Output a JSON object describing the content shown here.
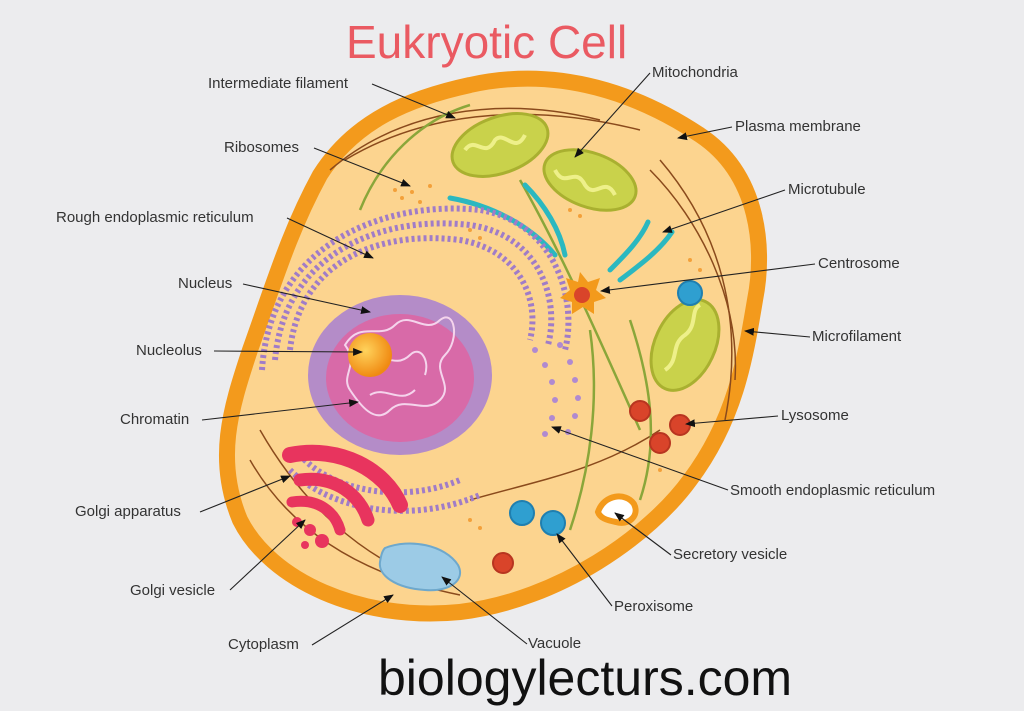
{
  "title": "Eukryotic Cell",
  "watermark": "biologylecturs.com",
  "labels": {
    "intermediate_filament": "Intermediate filament",
    "ribosomes": "Ribosomes",
    "rough_er": "Rough endoplasmic reticulum",
    "nucleus": "Nucleus",
    "nucleolus": "Nucleolus",
    "chromatin": "Chromatin",
    "golgi_apparatus": "Golgi apparatus",
    "golgi_vesicle": "Golgi vesicle",
    "cytoplasm": "Cytoplasm",
    "mitochondria": "Mitochondria",
    "plasma_membrane": "Plasma membrane",
    "microtubule": "Microtubule",
    "centrosome": "Centrosome",
    "microfilament": "Microfilament",
    "lysosome": "Lysosome",
    "smooth_er": "Smooth endoplasmic reticulum",
    "secretory_vesicle": "Secretory vesicle",
    "peroxisome": "Peroxisome",
    "vacuole": "Vacuole"
  },
  "colors": {
    "title": "#ea5a62",
    "membrane": "#f39a1c",
    "cytoplasm": "#fcd48f",
    "nucleus_envelope": "#b48cc8",
    "nucleus_interior": "#d86aa8",
    "nucleolus": "#f7a21b",
    "mitochondria": "#c9d24b",
    "microtubule": "#2bb8c0",
    "golgi": "#e8345e",
    "lysosome": "#d9442a",
    "peroxisome": "#2f9fd0",
    "vacuole": "#9ccbe6"
  }
}
